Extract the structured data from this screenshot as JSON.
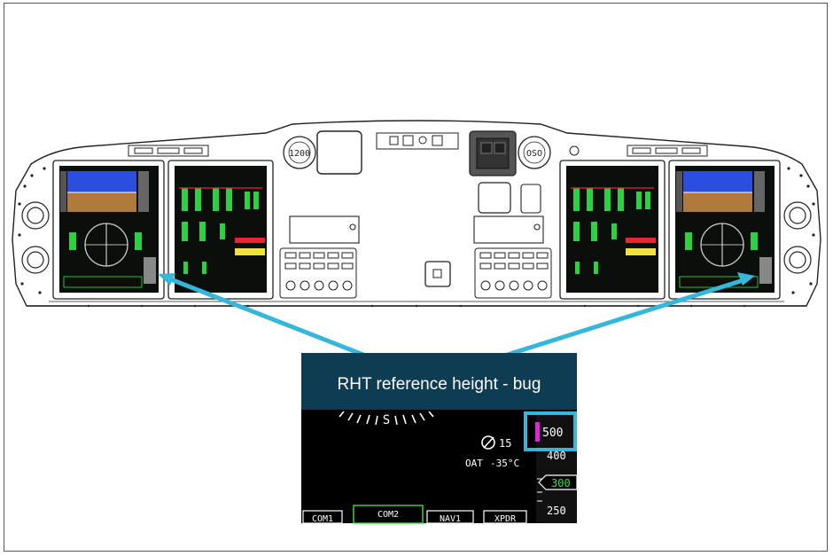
{
  "callout": {
    "title": "RHT reference height - bug"
  },
  "knobs": {
    "left": "1200",
    "right": "OSO"
  },
  "inset": {
    "altitude_bug": "500",
    "tape_mid": "400",
    "altitude_box": "300",
    "tape_low": "250",
    "heading_mark": "S",
    "clock_value": "15",
    "oat_label": "OAT",
    "oat_value": "-35°C",
    "buttons": [
      "COM1",
      "COM2",
      "NAV1",
      "XPDR"
    ]
  },
  "colors": {
    "callout_bar": "#0e3c52",
    "arrow": "#36b6d8",
    "bug_magenta": "#d62ad6",
    "altitude_green": "#35e04a",
    "sky": "#2b4ee0",
    "ground": "#b07a3c"
  }
}
